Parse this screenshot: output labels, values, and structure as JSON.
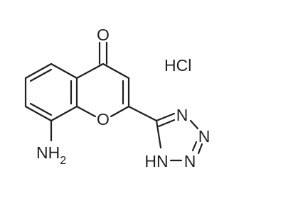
{
  "molecule": {
    "atoms": {
      "carbonyl_oxygen": "O",
      "ring_oxygen": "O",
      "amine_prefix": "NH",
      "amine_subscript": "2",
      "tetrazole_n1": "N",
      "tetrazole_n2": "N",
      "tetrazole_n3": "N",
      "tetrazole_nh": "HN"
    },
    "salt": "HCl"
  },
  "colors": {
    "ink": "#1f1f1f",
    "background": "#ffffff"
  }
}
